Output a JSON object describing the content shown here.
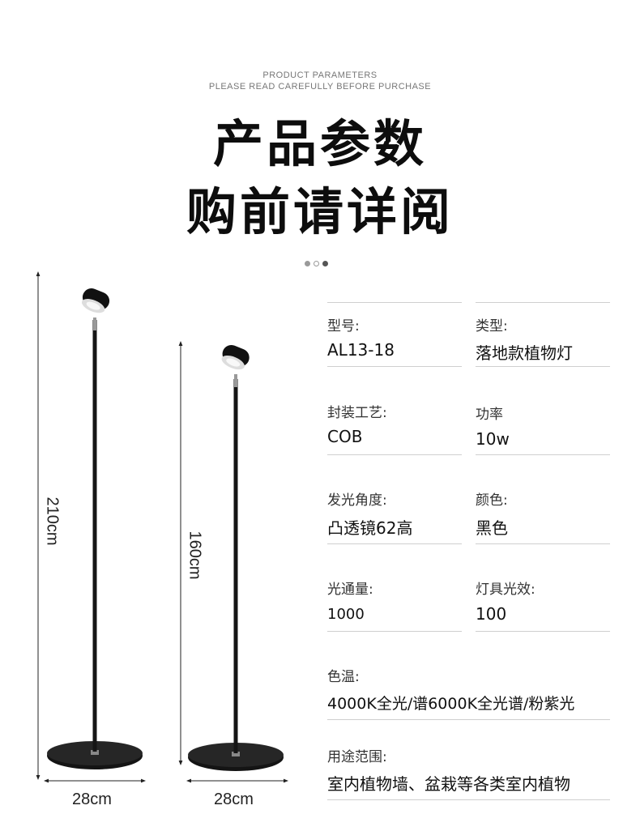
{
  "header": {
    "en_line1": "PRODUCT PARAMETERS",
    "en_line2": "PLEASE READ CAREFULLY BEFORE PURCHASE",
    "cn_line1": "产品参数",
    "cn_line2": "购前请详阅"
  },
  "dimensions": {
    "tall_height": "210cm",
    "short_height": "160cm",
    "tall_base": "28cm",
    "short_base": "28cm"
  },
  "specs": {
    "model_label": "型号:",
    "model_value": "AL13-18",
    "type_label": "类型:",
    "type_value": "落地款植物灯",
    "package_label": "封装工艺:",
    "package_value": "COB",
    "power_label": "功率",
    "power_value": "10w",
    "angle_label": "发光角度:",
    "angle_value": "凸透镜62高",
    "color_label": "颜色:",
    "color_value": "黑色",
    "flux_label": "光通量:",
    "flux_value": "1000",
    "efficacy_label": "灯具光效:",
    "efficacy_value": "100",
    "temp_label": "色温:",
    "temp_value": "4000K全光/谱6000K全光谱/粉紫光",
    "usage_label": "用途范围:",
    "usage_value": "室内植物墙、盆栽等各类室内植物"
  },
  "colors": {
    "lamp_black": "#1a1a1a",
    "divider": "#cfcfcf"
  }
}
